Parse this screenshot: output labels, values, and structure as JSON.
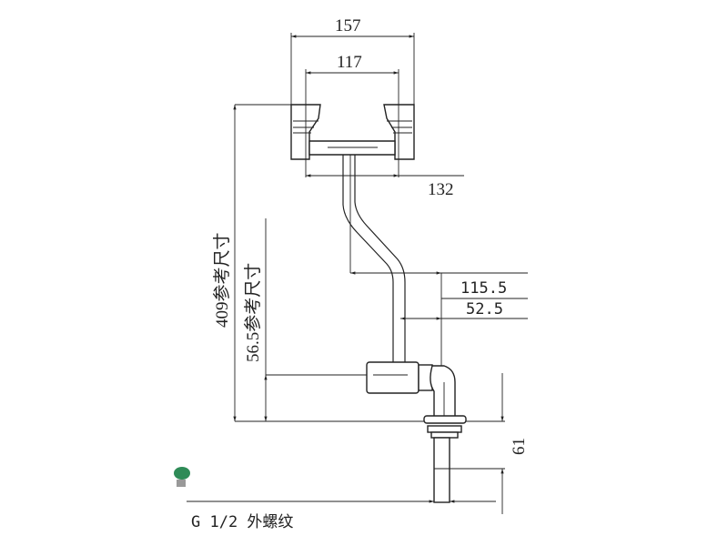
{
  "drawing": {
    "dimensions": {
      "overall_width": "157",
      "inlet_spacing": "117",
      "inner_width": "132",
      "offset_outer": "115.5",
      "offset_inner": "52.5",
      "height_ref": "409参考尺寸",
      "valve_height_ref": "56.5参考尺寸",
      "thread_length": "61"
    },
    "thread_label": "G 1/2 外螺纹",
    "colors": {
      "line": "#222222",
      "blob": "#2e8b57"
    }
  }
}
